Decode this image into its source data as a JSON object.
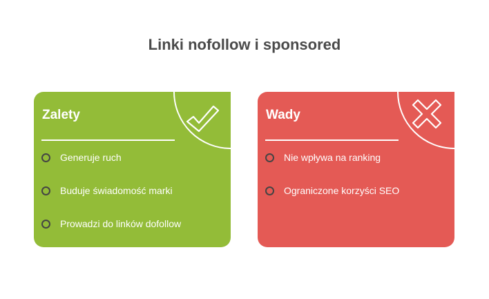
{
  "title": "Linki nofollow i sponsored",
  "pros": {
    "heading": "Zalety",
    "icon": "check-icon",
    "color": "#93bc38",
    "items": [
      "Generuje ruch",
      "Buduje świadomość marki",
      "Prowadzi do linków dofollow"
    ]
  },
  "cons": {
    "heading": "Wady",
    "icon": "x-icon",
    "color": "#e45a55",
    "items": [
      "Nie wpływa na ranking",
      "Ograniczone korzyści SEO"
    ]
  }
}
